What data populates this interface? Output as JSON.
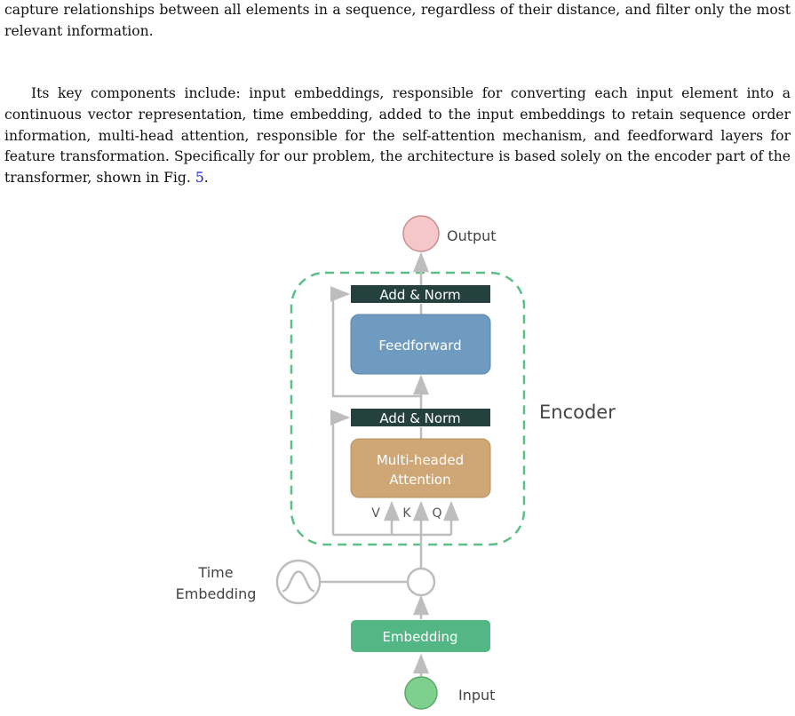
{
  "paragraphs": {
    "p1": "capture relationships between all elements in a sequence, regardless of their distance, and filter only the most relevant information.",
    "p2_main": "Its key components include: input embeddings, responsible for converting each input element into a continuous vector representation, time embedding, added to the input embeddings to retain sequence order information, multi-head attention, responsible for the self-attention mechanism, and feedforward layers for feature transformation. Specifically for our problem, the architecture is based solely on the encoder part of the transformer, shown in Fig. ",
    "p2_ref": "5",
    "p2_end": "."
  },
  "diagram": {
    "output_label": "Output",
    "input_label": "Input",
    "add_norm_top": "Add & Norm",
    "feedforward": "Feedforward",
    "add_norm_bottom": "Add & Norm",
    "attention_line1": "Multi-headed",
    "attention_line2": "Attention",
    "v_label": "V",
    "k_label": "K",
    "q_label": "Q",
    "encoder_label": "Encoder",
    "time_label_line1": "Time",
    "time_label_line2": "Embedding",
    "embedding": "Embedding"
  },
  "colors": {
    "output_node": "#f4c7c8",
    "input_node": "#7fd08f",
    "add_norm": "#24403f",
    "feedforward": "#6e9bbf",
    "attention": "#cfa676",
    "embedding": "#52b784",
    "encoder_border": "#5cbf87",
    "connector": "#bdbdbd",
    "link": "#1a1adb"
  }
}
